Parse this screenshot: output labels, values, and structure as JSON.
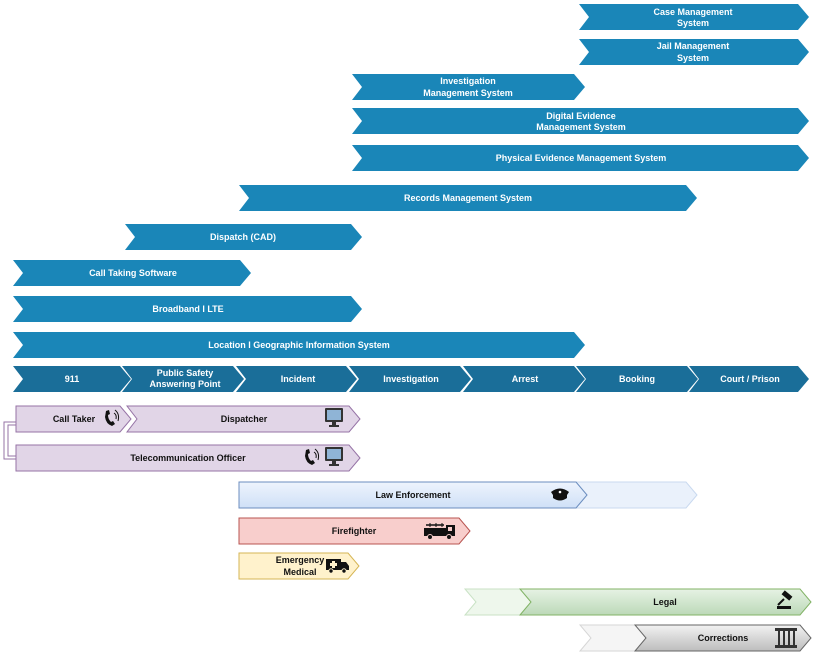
{
  "systems": {
    "case_mgmt": [
      "Case Management",
      "System"
    ],
    "jail_mgmt": [
      "Jail Management",
      "System"
    ],
    "investigation_mgmt": [
      "Investigation",
      "Management System"
    ],
    "digital_evidence": [
      "Digital Evidence",
      "Management System"
    ],
    "physical_evidence": "Physical Evidence Management System",
    "records_mgmt": "Records Management System",
    "dispatch": "Dispatch (CAD)",
    "call_taking": "Call Taking Software",
    "broadband": "Broadband l LTE",
    "gis": "Location l Geographic Information System"
  },
  "stages": {
    "s911": "911",
    "psap": [
      "Public Safety",
      "Answering Point"
    ],
    "incident": "Incident",
    "investigation": "Investigation",
    "arrest": "Arrest",
    "booking": "Booking",
    "court": "Court / Prison"
  },
  "roles": {
    "call_taker": "Call Taker",
    "dispatcher": "Dispatcher",
    "telecom_officer": "Telecommunication Officer",
    "law_enforcement": "Law Enforcement",
    "firefighter": "Firefighter",
    "ems": [
      "Emergency",
      "Medical"
    ],
    "legal": "Legal",
    "corrections": "Corrections"
  },
  "colors": {
    "system_blue": "#1a86b8",
    "stage_blue": "#1a6e99",
    "dispatch_purple": "#e1d5e7",
    "law_blue": "#dae8fc",
    "fire_red": "#f8cecc",
    "ems_yellow": "#fff2cc",
    "legal_green": "#d5e8d4",
    "corrections_gray": "#d0d0d0"
  },
  "icons": [
    "phone-icon",
    "monitor-icon",
    "police-cap-icon",
    "fire-truck-icon",
    "ambulance-icon",
    "gavel-icon",
    "jail-icon"
  ]
}
